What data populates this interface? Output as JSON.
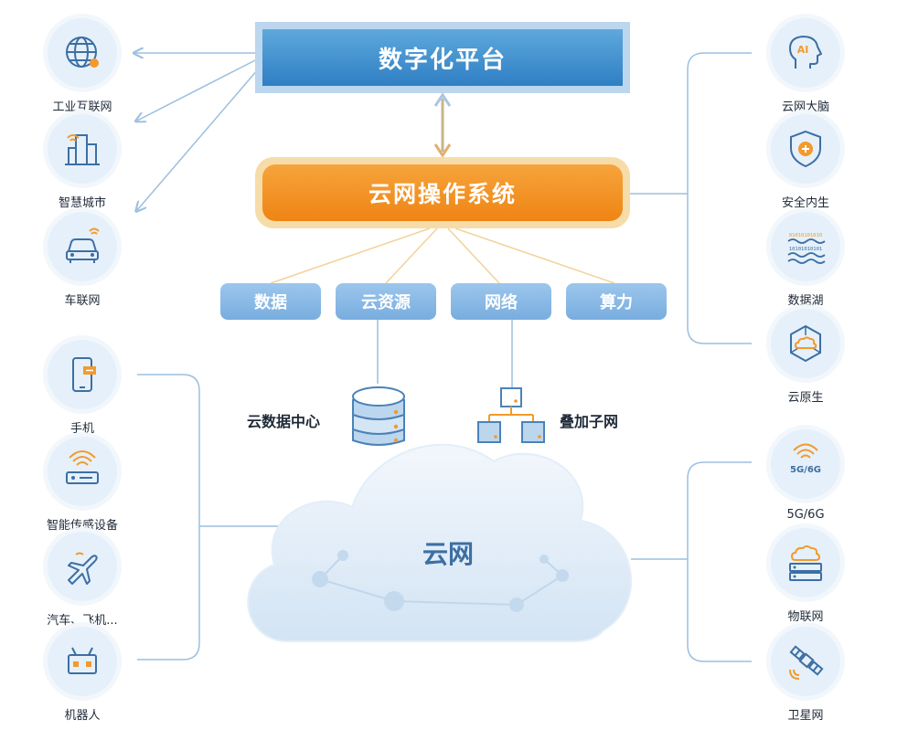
{
  "top": {
    "title": "数字化平台"
  },
  "os": {
    "title": "云网操作系统"
  },
  "capabilities": [
    "数据",
    "云资源",
    "网络",
    "算力"
  ],
  "center": {
    "datacenter": "云数据中心",
    "overlay": "叠加子网",
    "cloud": "云网"
  },
  "left_top": [
    {
      "label": "工业互联网",
      "icon": "globe-icon"
    },
    {
      "label": "智慧城市",
      "icon": "city-icon"
    },
    {
      "label": "车联网",
      "icon": "car-icon"
    }
  ],
  "left_bottom": [
    {
      "label": "手机",
      "icon": "phone-icon"
    },
    {
      "label": "智能传感设备",
      "icon": "sensor-icon"
    },
    {
      "label": "汽车、飞机...",
      "icon": "airplane-icon"
    },
    {
      "label": "机器人",
      "icon": "robot-icon"
    }
  ],
  "right_top": [
    {
      "label": "云网大脑",
      "icon": "ai-brain-icon",
      "icon_text": "AI"
    },
    {
      "label": "安全内生",
      "icon": "shield-icon"
    },
    {
      "label": "数据湖",
      "icon": "data-lake-icon",
      "icon_text": [
        "01010101010",
        "10101010101"
      ]
    },
    {
      "label": "云原生",
      "icon": "cloud-native-icon"
    }
  ],
  "right_bottom": [
    {
      "label": "5G/6G",
      "icon": "wireless-5g-icon",
      "icon_text": "5G/6G"
    },
    {
      "label": "物联网",
      "icon": "iot-router-icon"
    },
    {
      "label": "卫星网",
      "icon": "satellite-icon"
    }
  ],
  "colors": {
    "primary_blue": "#2f7fc4",
    "orange": "#ef8414",
    "light_blue": "#78addf",
    "line_blue": "#9bbfe0",
    "icon_orange": "#f39a2b"
  }
}
